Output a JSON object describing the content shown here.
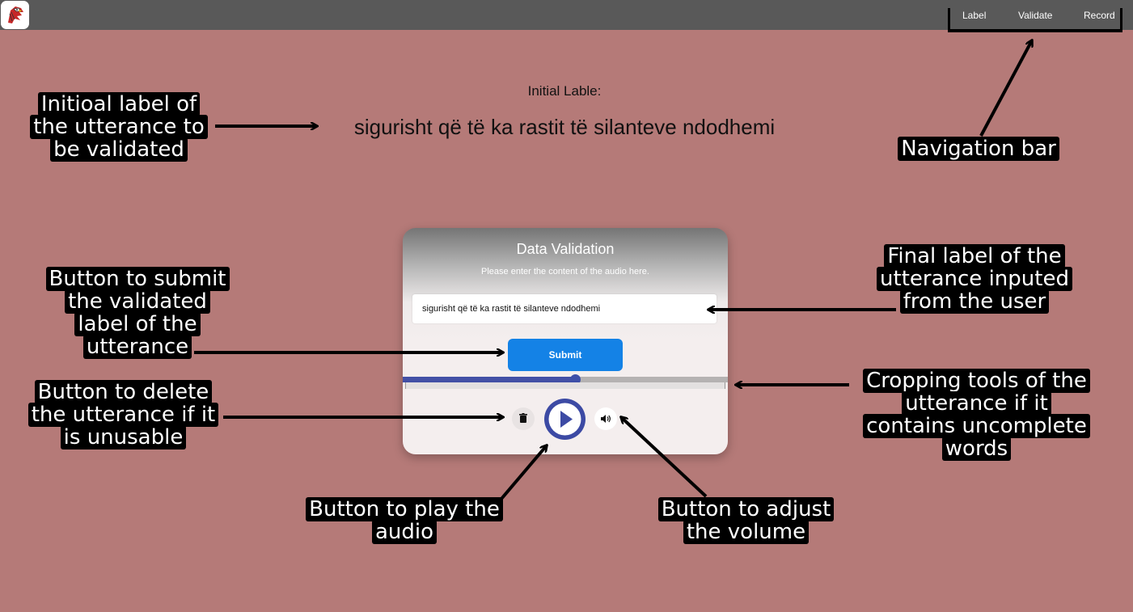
{
  "nav": {
    "links": [
      "Label",
      "Validate",
      "Record"
    ]
  },
  "initial_label": {
    "heading": "Initial Lable:",
    "text": "sigurisht që të ka rastit të silanteve ndodhemi"
  },
  "validation_card": {
    "title": "Data Validation",
    "subtitle": "Please enter the content of the audio here.",
    "final_label_value": "sigurisht që të ka rastit të silanteve ndodhemi",
    "submit_label": "Submit",
    "audio_progress": 0.53
  },
  "annotations": {
    "initial_label": [
      "Initioal label of",
      "the utterance to",
      "be validated"
    ],
    "navigation_bar": [
      "Navigation bar"
    ],
    "submit_button": [
      "Button to submit",
      "the validated",
      "label of the",
      "utterance"
    ],
    "final_label": [
      "Final label of the",
      "utterance inputed",
      "from the user"
    ],
    "delete_button": [
      "Button to delete",
      "the utterance if it",
      "is unusable"
    ],
    "cropping_tools": [
      "Cropping tools of the",
      "utterance if it",
      "contains uncomplete",
      "words"
    ],
    "play_button": [
      "Button to play the",
      "audio"
    ],
    "volume_button": [
      "Button to adjust",
      "the volume"
    ]
  },
  "colors": {
    "background": "#b57a78",
    "topbar": "#595959",
    "submit": "#1482e6",
    "play": "#3c4aa4"
  }
}
